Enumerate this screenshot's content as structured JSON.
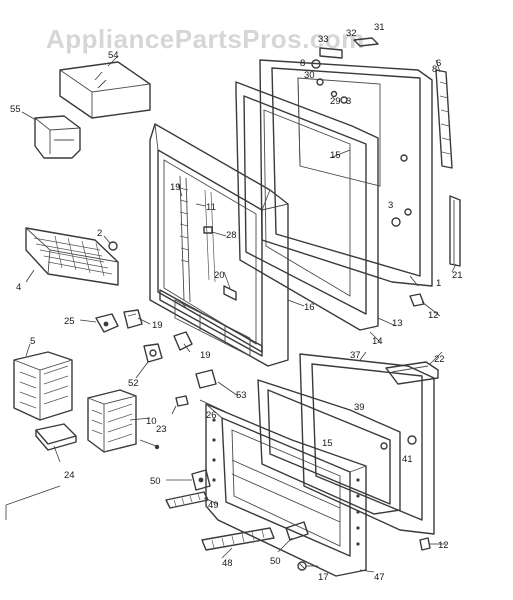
{
  "watermark": "AppliancePartsPros.com",
  "callouts": {
    "c54": "54",
    "c55": "55",
    "c2": "2",
    "c4": "4",
    "c25": "25",
    "c19a": "19",
    "c19b": "19",
    "c19c": "19",
    "c52": "52",
    "c5": "5",
    "c10": "10",
    "c23": "23",
    "c24": "24",
    "c50a": "50",
    "c49": "49",
    "c48": "48",
    "c50b": "50",
    "c17": "17",
    "c47": "47",
    "c12a": "12",
    "c12b": "12",
    "c22": "22",
    "c37": "37",
    "c39": "39",
    "c15a": "15",
    "c15b": "15",
    "c41": "41",
    "c53": "53",
    "c26": "26",
    "c16": "16",
    "c14": "14",
    "c13": "13",
    "c20": "20",
    "c28": "28",
    "c11": "11",
    "c8a": "8",
    "c8b": "8",
    "c30": "30",
    "c29": "29",
    "c3a": "3",
    "c3b": "3",
    "c6": "6",
    "c21": "21",
    "c31": "31",
    "c32": "32",
    "c33": "33",
    "c1": "1"
  }
}
